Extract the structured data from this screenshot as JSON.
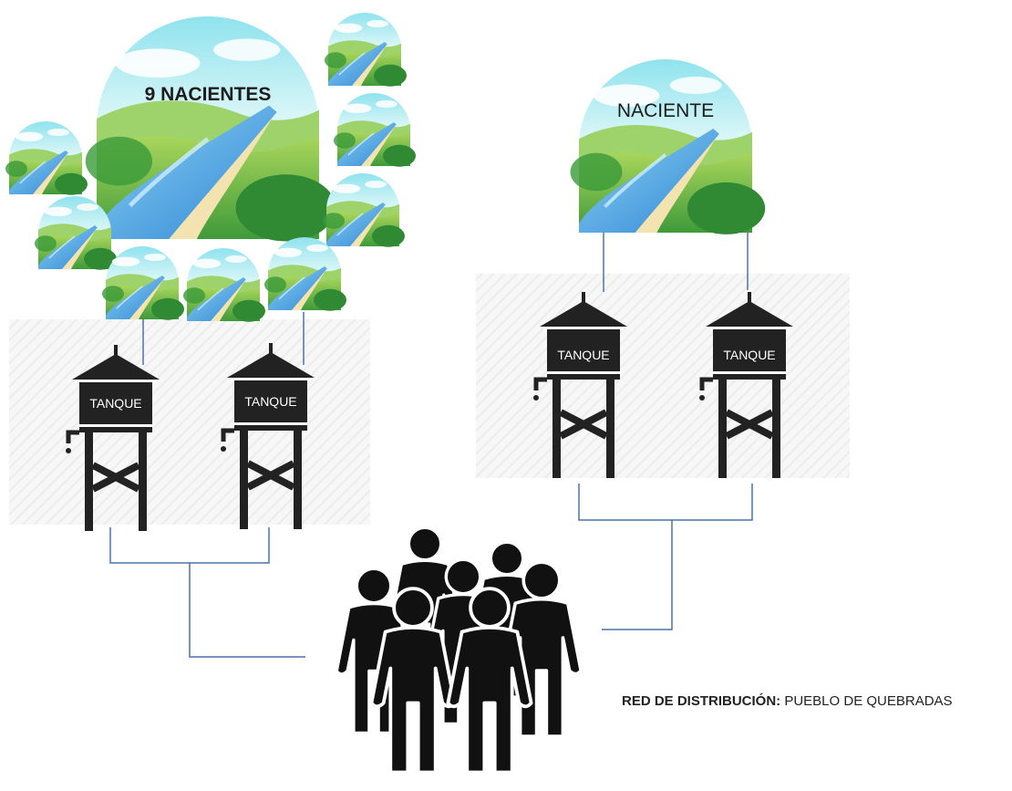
{
  "diagram": {
    "springs_group_label": "9 NACIENTES",
    "single_spring_label": "NACIENTE",
    "tank_label": "TANQUE",
    "caption_bold": "RED DE DISTRIBUCIÓN:",
    "caption_rest": " PUEBLO DE QUEBRADAS"
  },
  "colors": {
    "connector": "#4a72a8",
    "sky": "#bfeef5",
    "river": "#3d9ee0",
    "grass": "#4fa53e",
    "tank": "#222222",
    "people": "#111111"
  },
  "icons": [
    "spring-landscape-icon",
    "water-tank-icon",
    "people-group-icon"
  ]
}
